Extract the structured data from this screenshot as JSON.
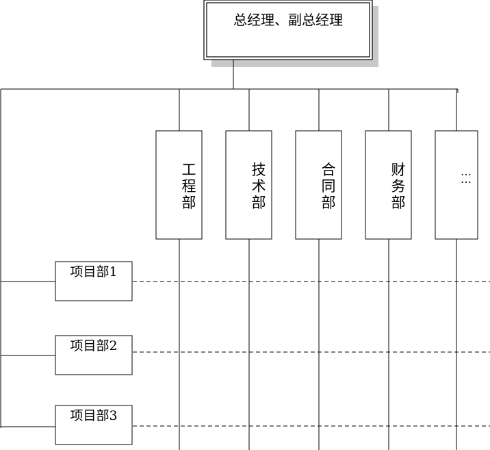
{
  "top": {
    "label": "总经理、副总经理"
  },
  "departments": [
    {
      "id": "engineering",
      "label": "工程部"
    },
    {
      "id": "technical",
      "label": "技术部"
    },
    {
      "id": "contract",
      "label": "合同部"
    },
    {
      "id": "finance",
      "label": "财务部"
    },
    {
      "id": "more",
      "label": "……"
    }
  ],
  "projects": [
    {
      "id": "project-1",
      "label": "项目部1"
    },
    {
      "id": "project-2",
      "label": "项目部2"
    },
    {
      "id": "project-3",
      "label": "项目部3"
    }
  ]
}
